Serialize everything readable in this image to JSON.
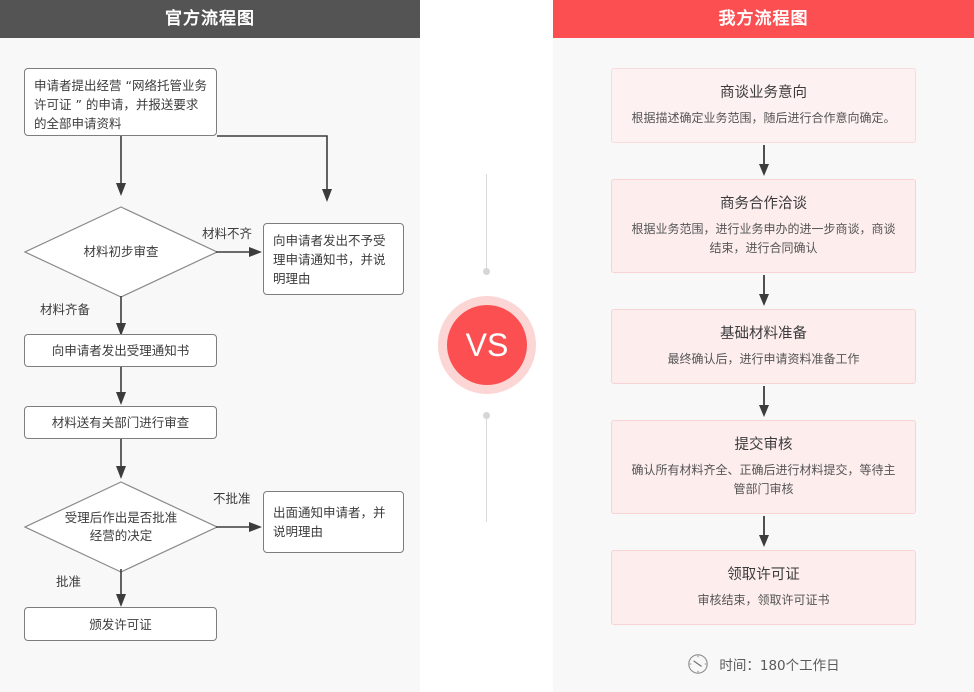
{
  "left_panel": {
    "header_title": "官方流程图",
    "header_color": "#545454",
    "nodes": {
      "n1": "申请者提出经营 “网络托管业务许可证 ” 的申请，并报送要求的全部申请资料",
      "d1": "材料初步审查",
      "n2": "向申请者发出不予受理申请通知书，并说明理由",
      "n3": "向申请者发出受理通知书",
      "n4": "材料送有关部门进行审查",
      "d2": "受理后作出是否批准经营的决定",
      "n5": "出面通知申请者，并说明理由",
      "n6": "颁发许可证"
    },
    "edge_labels": {
      "e1": "材料不齐",
      "e2": "材料齐备",
      "e3": "不批准",
      "e4": "批准"
    }
  },
  "divider": {
    "vs_label": "VS",
    "badge_color": "#fb4f52",
    "badge_ring_color": "#fcd5d5",
    "line_color": "#d8d8d8"
  },
  "right_panel": {
    "header_title": "我方流程图",
    "header_color": "#fb4f52",
    "box_fill": "#fdeded",
    "box_border": "#f7d3d3",
    "steps": [
      {
        "title": "商谈业务意向",
        "desc": "根据描述确定业务范围，随后进行合作意向确定。"
      },
      {
        "title": "商务合作洽谈",
        "desc": "根据业务范围，进行业务申办的进一步商谈，商谈结束，进行合同确认"
      },
      {
        "title": "基础材料准备",
        "desc": "最终确认后，进行申请资料准备工作"
      },
      {
        "title": "提交审核",
        "desc": "确认所有材料齐全、正确后进行材料提交，等待主管部门审核"
      },
      {
        "title": "领取许可证",
        "desc": "审核结束，领取许可证书"
      }
    ],
    "footer": {
      "icon": "clock-icon",
      "text": "时间：180个工作日"
    }
  }
}
